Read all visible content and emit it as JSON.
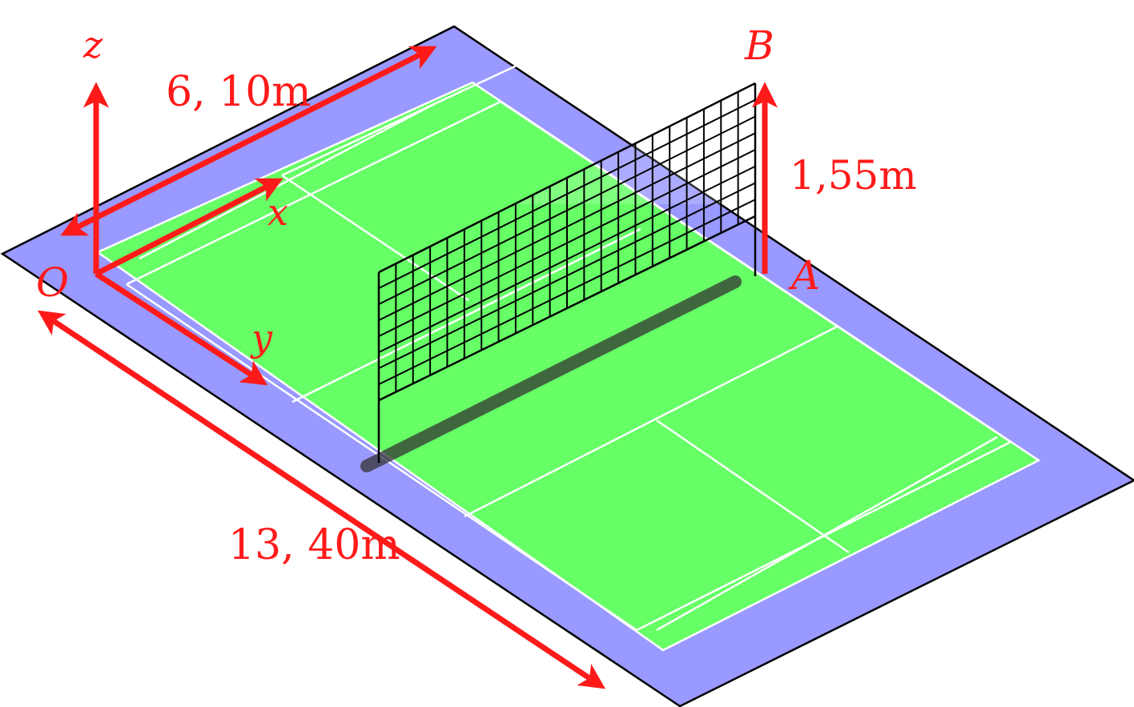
{
  "colors": {
    "surround": "#9999ff",
    "court": "#66ff66",
    "court_lines": "#ffffff",
    "outline": "#000000",
    "net": "#000000",
    "annotation": "#ff1a1a",
    "shadow": "#333333"
  },
  "labels": {
    "axis_z": "z",
    "axis_x": "x",
    "axis_y": "y",
    "origin": "O",
    "point_A": "A",
    "point_B": "B",
    "width": "6, 10m",
    "length": "13, 40m",
    "net_height": "1,55m"
  }
}
